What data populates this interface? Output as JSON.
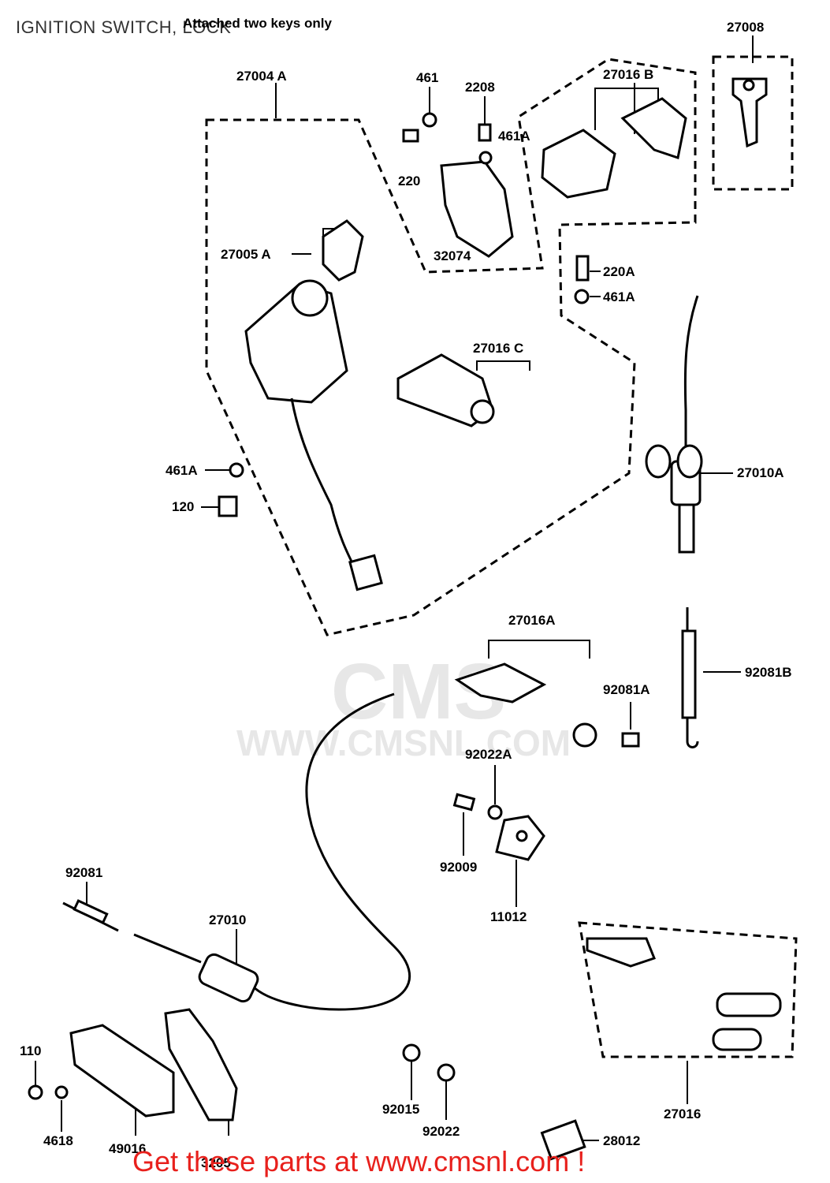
{
  "header": {
    "title": "IGNITION SWITCH, LOCK",
    "note": "Attached two keys only"
  },
  "watermark": {
    "logo": "CMS",
    "url": "WWW.CMSNL.COM"
  },
  "footer": {
    "text": "Get these parts at www.cmsnl.com !",
    "color": "#e8201c"
  },
  "parts": {
    "p27008": "27008",
    "p27004A": "27004 A",
    "p461": "461",
    "p2208": "2208",
    "p461A_top": "461A",
    "p27016B": "27016 B",
    "p220": "220",
    "p32074": "32074",
    "p27005A": "27005 A",
    "p220A": "220A",
    "p461A_mid": "461A",
    "p27016C": "27016 C",
    "p461A_left": "461A",
    "p120": "120",
    "p27010A": "27010A",
    "p27016A": "27016A",
    "p92081B": "92081B",
    "p92081A": "92081A",
    "p92022A": "92022A",
    "p92009": "92009",
    "p11012": "11012",
    "p92081": "92081",
    "p27010": "27010",
    "p110": "110",
    "p4618": "4618",
    "p49016": "49016",
    "p3205": "3205",
    "p92015": "92015",
    "p92022": "92022",
    "p28012": "28012",
    "p27016": "27016"
  }
}
